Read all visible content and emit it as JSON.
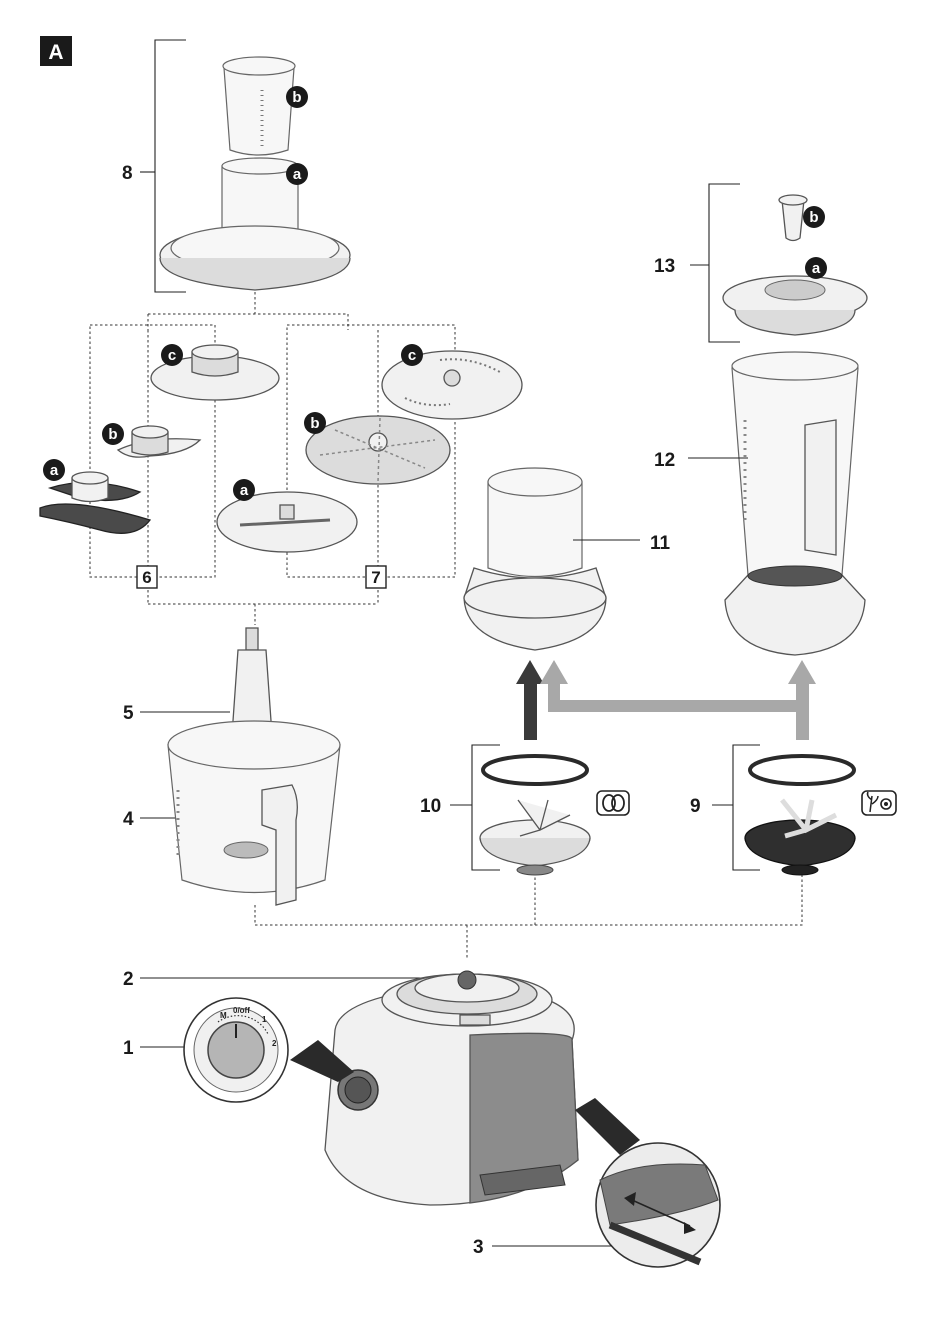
{
  "figure_label": "A",
  "parts": {
    "p1": "1",
    "p2": "2",
    "p3": "3",
    "p4": "4",
    "p5": "5",
    "p6": "6",
    "p7": "7",
    "p8": "8",
    "p9": "9",
    "p10": "10",
    "p11": "11",
    "p12": "12",
    "p13": "13"
  },
  "sub_labels": {
    "a": "a",
    "b": "b",
    "c": "c"
  },
  "dial_marks": {
    "m": "M",
    "off": "0/off",
    "one": "1",
    "two": "2"
  },
  "colors": {
    "ink": "#1a1a1a",
    "grey": "#9a9a9a",
    "dark_arrow": "#3a3a3a",
    "light_arrow": "#a8a8a8"
  }
}
